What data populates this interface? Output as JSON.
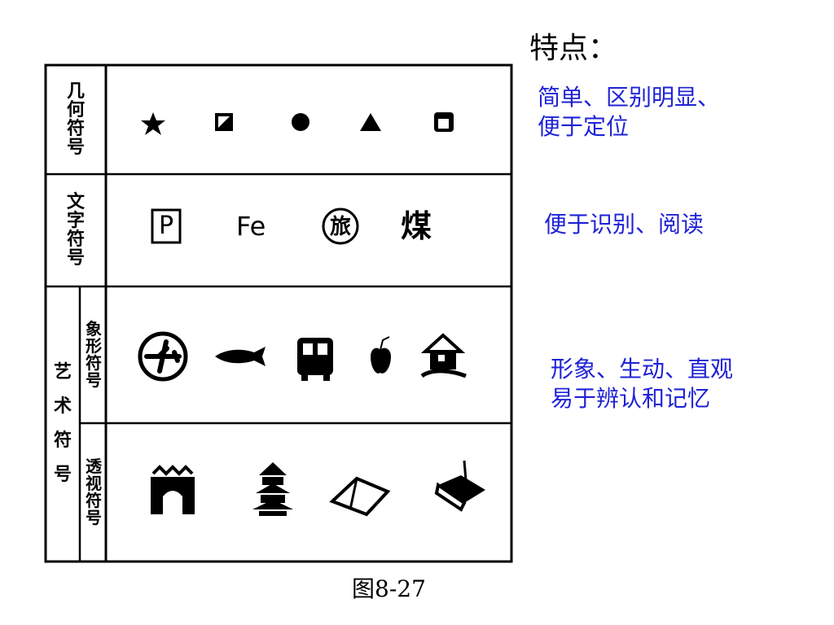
{
  "title": "特点：",
  "features": {
    "geometric": [
      "简单、区别明显、",
      "便于定位"
    ],
    "text": [
      "便于识别、阅读"
    ],
    "art": [
      "形象、生动、直观",
      "易于辨认和记忆"
    ]
  },
  "caption": "图8-27",
  "table": {
    "rows": {
      "geometric": "几何符号",
      "text": "文字符号",
      "art": "艺术符号",
      "pictographic": "象形符号",
      "perspective": "透视符号"
    },
    "text_symbols": {
      "parking": "P",
      "iron": "Fe",
      "travel": "旅",
      "coal": "煤"
    }
  },
  "colors": {
    "feature_text": "#1f22d6",
    "line": "#000000"
  }
}
